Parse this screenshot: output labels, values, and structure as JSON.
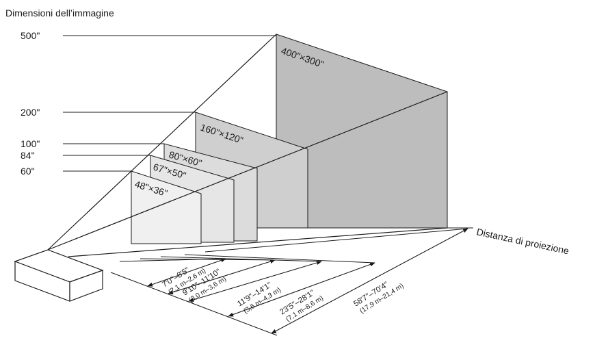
{
  "title": "Dimensioni dell’immagine",
  "axis_label": "Distanza di proiezione",
  "sizes": [
    {
      "label": "500\"",
      "screen": "400\"×300\"",
      "color": "#bdbdbd"
    },
    {
      "label": "200\"",
      "screen": "160\"×120\"",
      "color": "#cfcfcf"
    },
    {
      "label": "100\"",
      "screen": "80\"×60\"",
      "color": "#dcdcdc"
    },
    {
      "label": "84\"",
      "screen": "67\"×50\"",
      "color": "#e6e6e6"
    },
    {
      "label": "60\"",
      "screen": "48\"×36\"",
      "color": "#f0f0f0"
    }
  ],
  "distances": [
    {
      "main": "7'0\"–8'5\"",
      "sub": "(2,1 m–2,6 m)"
    },
    {
      "main": "9'10\"–11'10\"",
      "sub": "(3,0 m–3,6 m)"
    },
    {
      "main": "11'9\"–14'1\"",
      "sub": "(3,6 m–4,3 m)"
    },
    {
      "main": "23'5\"–28'1\"",
      "sub": "(7,1 m–8,6 m)"
    },
    {
      "main": "58'7\"–70'4\"",
      "sub": "(17,9 m–21,4 m)"
    }
  ]
}
